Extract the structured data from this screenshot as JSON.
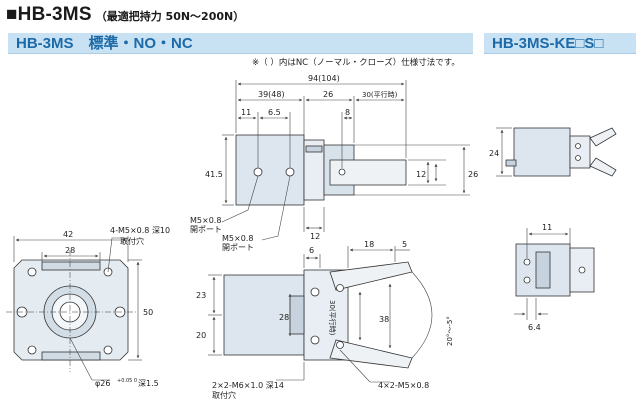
{
  "header": {
    "title": "■HB-3MS",
    "subtitle": "（最適把持力 50N〜200N）"
  },
  "sections": {
    "left_title": "HB-3MS　標準・NO・NC",
    "right_title": "HB-3MS-KE□S□"
  },
  "note": "※（ ）内はNC（ノーマル・クローズ）仕様寸法です。",
  "dims": {
    "front_w": "42",
    "front_inner": "28",
    "front_h": "50",
    "tap1": "4-M5×0.8 深10",
    "tap1_sub": "取付穴",
    "bore": "φ26",
    "bore_tol": "+0.05 0",
    "bore_depth": "深1.5",
    "top_total": "94(104)",
    "top_39": "39(48)",
    "top_26": "26",
    "top_30": "30(平行時)",
    "top_11": "11",
    "top_65": "6.5",
    "top_8": "8",
    "top_415": "41.5",
    "top_26r": "26",
    "top_12a": "12",
    "top_12b": "12",
    "port1": "M5×0.8",
    "port1_sub": "開ポート",
    "port2": "M5×0.8",
    "port2_sub": "開ポート",
    "side_6": "6",
    "side_18": "18",
    "side_5": "5",
    "side_23": "23",
    "side_20": "20",
    "side_28": "28",
    "side_30": "30(平行時)",
    "side_38": "38",
    "side_ang": "20°〜-5°",
    "tap2": "2×2-M6×1.0 深14",
    "tap2_sub": "取付穴",
    "tap3": "4×2-M5×0.8",
    "r_24": "24",
    "r_11": "11",
    "r_64": "6.4"
  },
  "colors": {
    "bar_bg": "#c9e2f3",
    "bar_text": "#1d6aa8",
    "body": "#dde6ee",
    "line": "#333333",
    "dim": "#444444"
  }
}
